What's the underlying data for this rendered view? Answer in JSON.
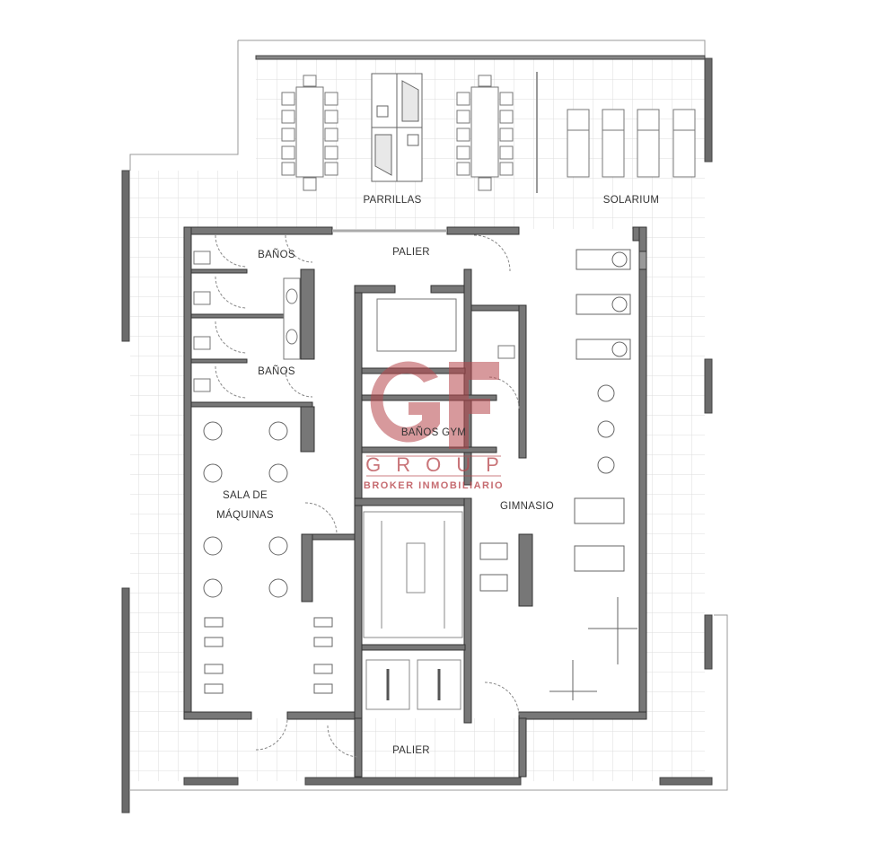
{
  "rooms": {
    "parrillas": "PARRILLAS",
    "solarium": "SOLARIUM",
    "palier_top": "PALIER",
    "banos_1": "BAÑOS",
    "banos_2": "BAÑOS",
    "banos_gym": "BAÑOS GYM",
    "sala_line1": "SALA DE",
    "sala_line2": "MÁQUINAS",
    "gimnasio": "GIMNASIO",
    "palier_bottom": "PALIER"
  },
  "watermark": {
    "logo": "GF",
    "group": "GROUP",
    "tagline": "BROKER INMOBILIARIO",
    "color": "#b8474d"
  },
  "colors": {
    "wall": "#6b6b6b",
    "grid": "#d9d9d9",
    "line": "#888888"
  }
}
